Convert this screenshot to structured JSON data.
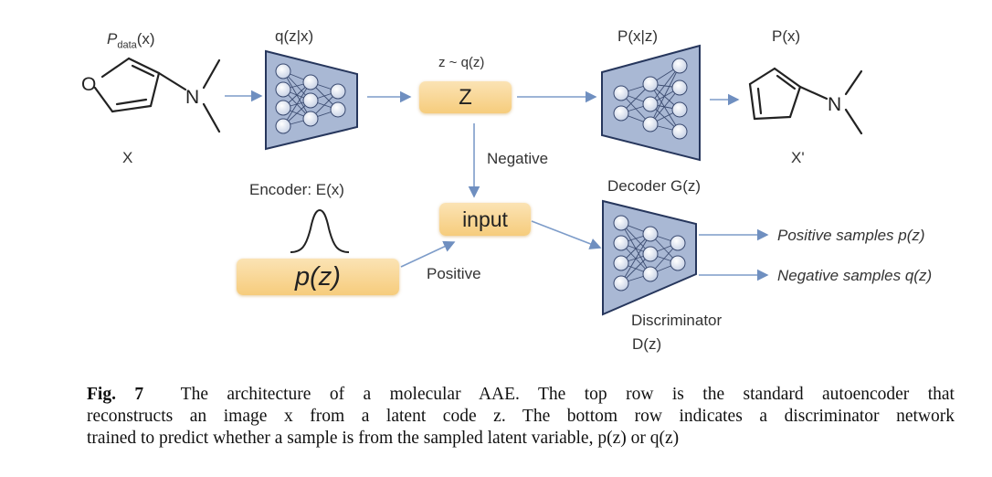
{
  "labels": {
    "p_data_x": "P",
    "p_data_sub": "data",
    "p_data_arg": "(x)",
    "x": "X",
    "q_z_given_x": "q(z|x)",
    "encoder": "Encoder: E(x)",
    "z_sample": "z ~ q(z)",
    "z": "Z",
    "negative": "Negative",
    "input": "input",
    "positive": "Positive",
    "p_z": "p(z)",
    "p_x_given_z": "P(x|z)",
    "decoder": "Decoder G(z)",
    "p_x": "P(x)",
    "x_prime": "X'",
    "discriminator": "Discriminator",
    "discriminator_arg": "D(z)",
    "positive_samples": "Positive samples p(z)",
    "negative_samples": "Negative samples q(z)"
  },
  "molecule": {
    "ring_atom": "O",
    "amine_atom": "N"
  },
  "caption": {
    "fig_label": "Fig. 7",
    "line1": "The architecture of a molecular AAE. The top row is the standard autoencoder that",
    "line2": "reconstructs an image x from a latent code z. The bottom row indicates a discriminator network",
    "line3": "trained to predict whether a sample is from the sampled latent variable, p(z) or q(z)"
  },
  "colors": {
    "arrow": "#7d9cc9",
    "network_fill": "#a9b8d4",
    "network_stroke": "#26365c",
    "box_fill": "#f7cf82"
  }
}
